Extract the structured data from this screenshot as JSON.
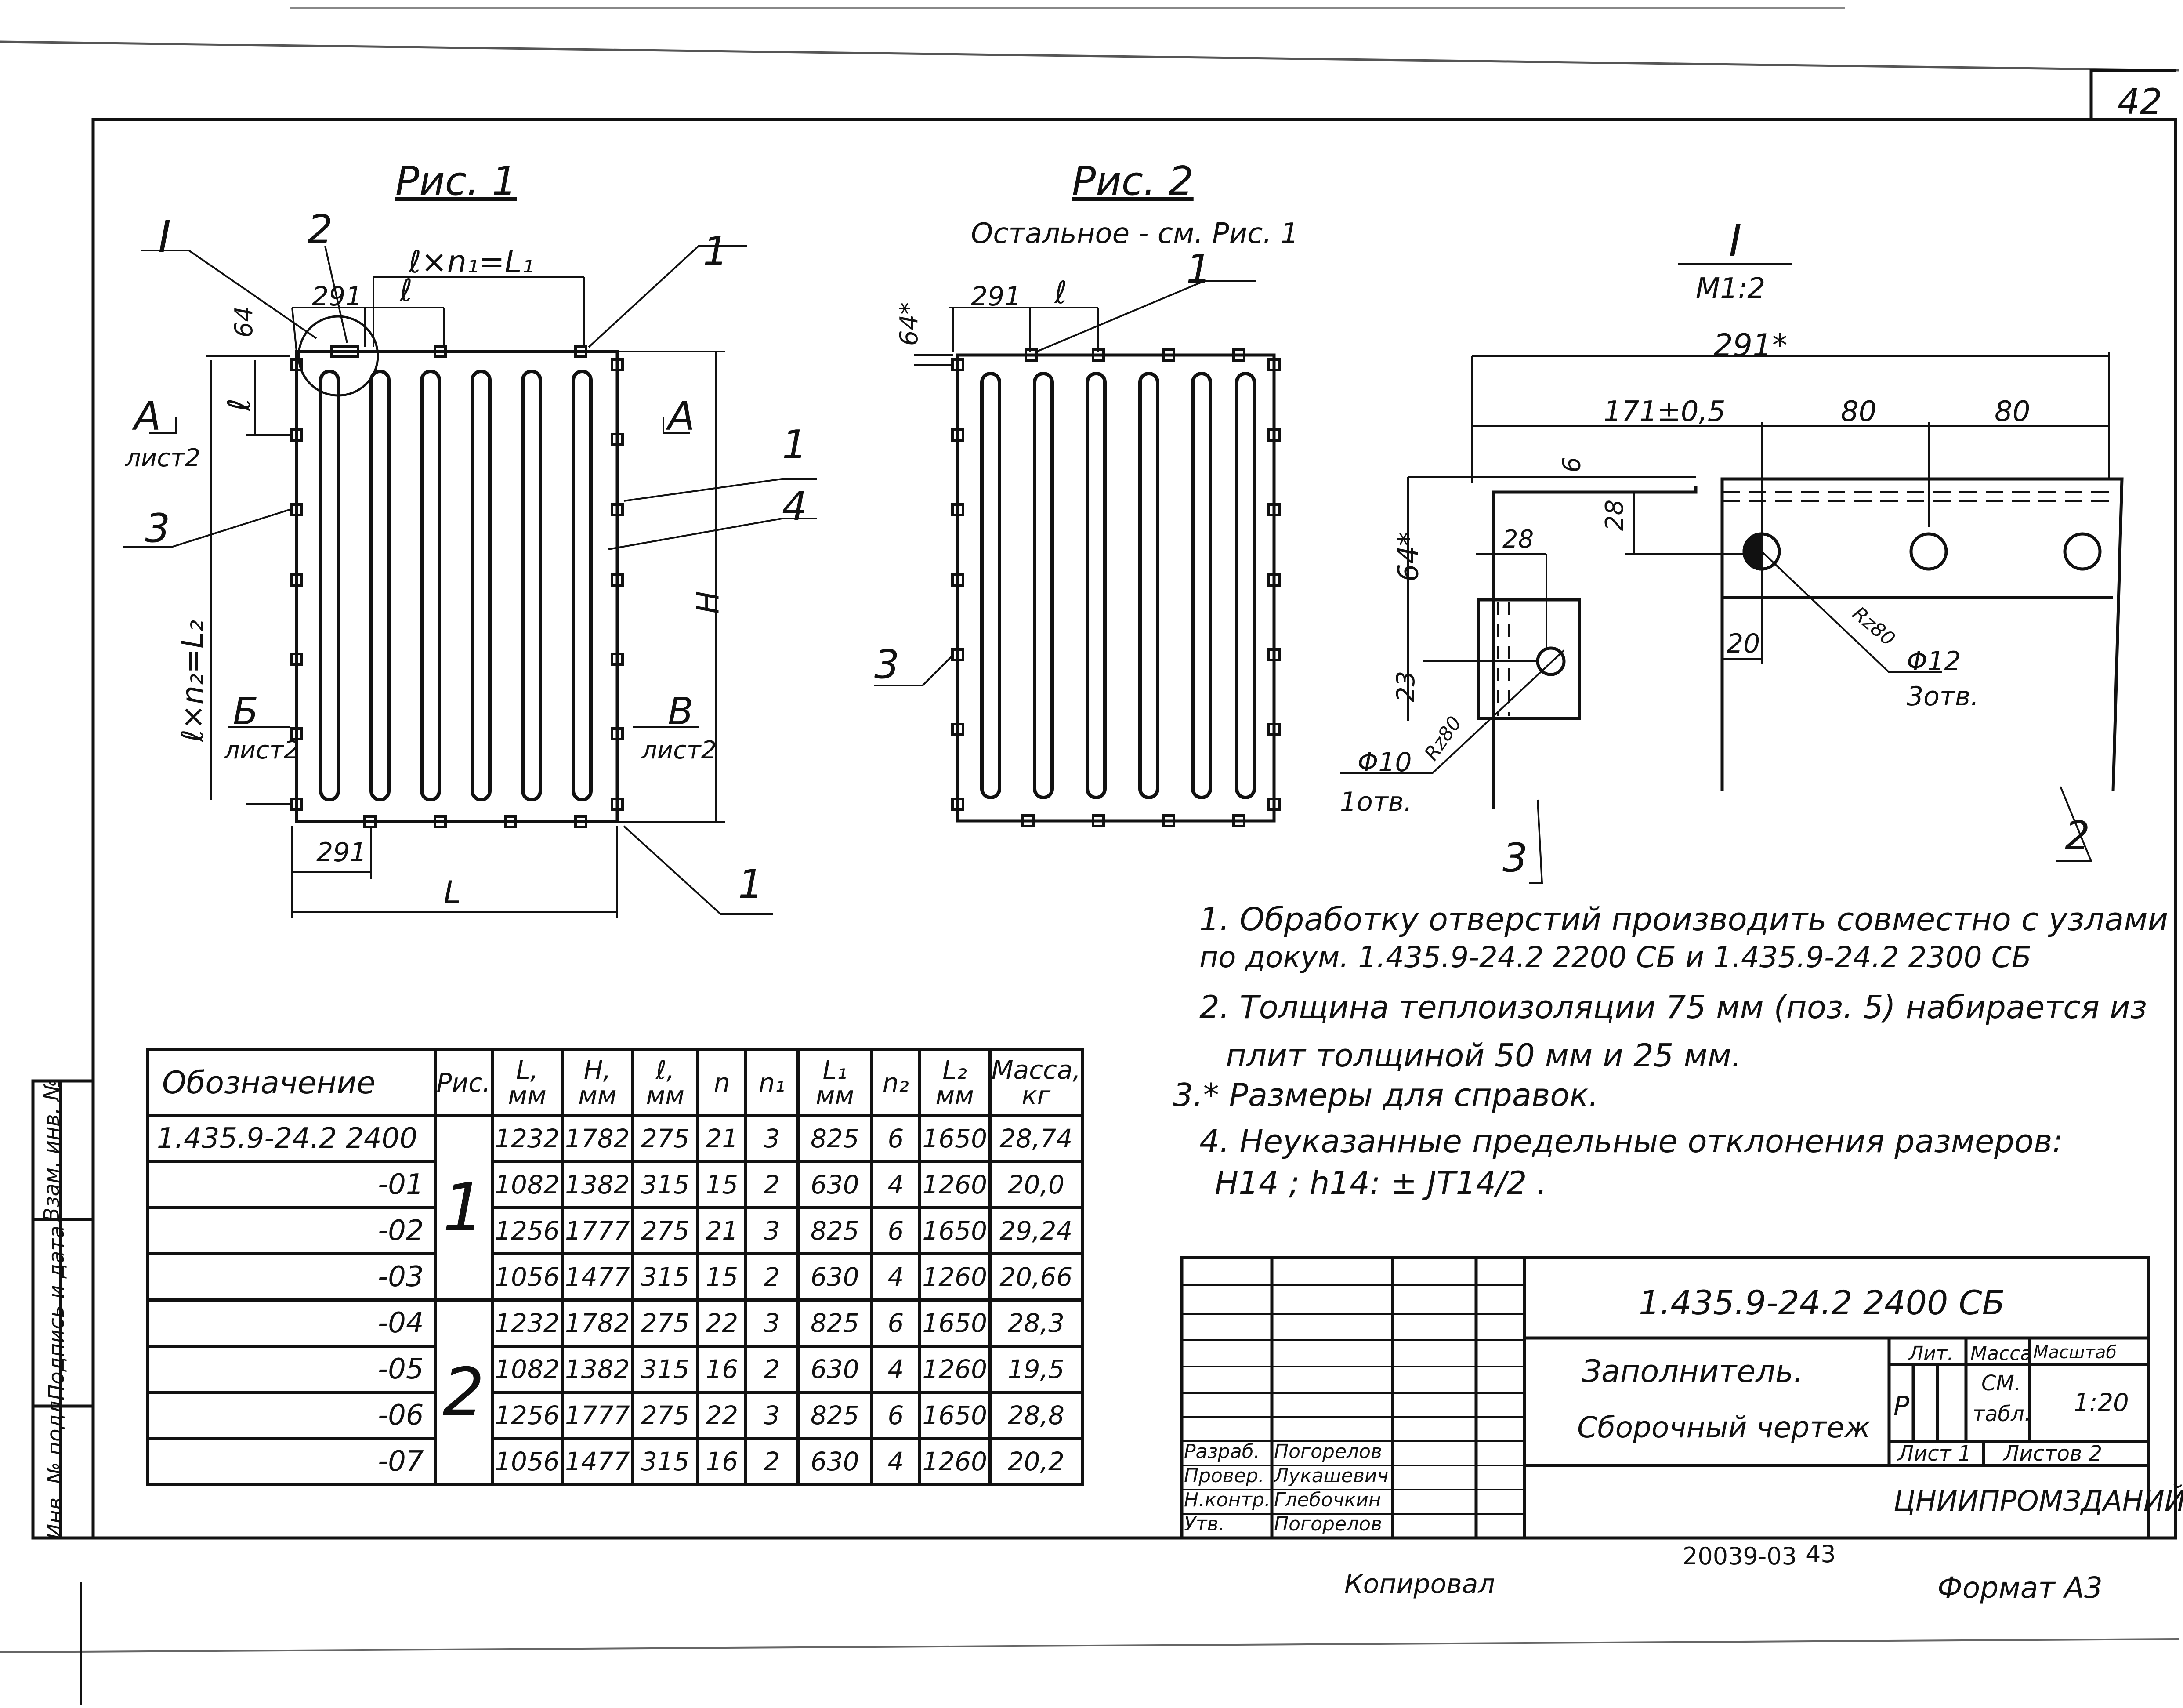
{
  "page": {
    "sheet_number": "42",
    "copied_label": "Копировал",
    "format_label": "Формат А3",
    "stamp_code": "20039-03",
    "stamp_num": "43"
  },
  "figures": {
    "fig1": {
      "title": "Рис. 1",
      "callout_I": "I",
      "callout_2": "2",
      "callout_1a": "1",
      "callout_1b": "1",
      "callout_1c": "1",
      "callout_3": "3",
      "callout_4": "4",
      "dim_291_top": "291",
      "dim_l": "ℓ",
      "dim_lxn1": "ℓ×n₁=L₁",
      "dim_64": "64",
      "dim_l_left": "ℓ",
      "dim_lxn2": "ℓ×n₂=L₂",
      "dim_H": "H",
      "dim_291_bottom": "291",
      "dim_L": "L",
      "sec_A_left": "А",
      "sec_A_left_sheet": "лист2",
      "sec_A_right": "А",
      "sec_B_left": "Б",
      "sec_B_left_sheet": "лист2",
      "sec_V_right": "В",
      "sec_V_right_sheet": "лист2"
    },
    "fig2": {
      "title": "Рис. 2",
      "subtitle": "Остальное - см. Рис. 1",
      "callout_1": "1",
      "callout_3": "3",
      "dim_291": "291",
      "dim_l": "ℓ",
      "dim_64": "64*"
    },
    "detail": {
      "title": "I",
      "scale": "М1:2",
      "dim_291": "291*",
      "dim_171": "171±0,5",
      "dim_80a": "80",
      "dim_80b": "80",
      "dim_6": "6",
      "dim_28v": "28",
      "dim_28h": "28",
      "dim_64": "64*",
      "dim_23": "23",
      "dim_20": "20",
      "hole_big": "Φ12",
      "hole_big_count": "3отв.",
      "hole_small": "Φ10",
      "hole_small_count": "1отв.",
      "rough_a": "Rz80",
      "rough_b": "Rz80",
      "callout_2": "2",
      "callout_3": "3"
    }
  },
  "notes": [
    "1. Обработку отверстий производить совместно с узлами",
    "по докум. 1.435.9-24.2 2200 СБ и 1.435.9-24.2 2300 СБ",
    "2. Толщина теплоизоляции 75 мм (поз. 5) набирается из",
    "плит толщиной 50 мм и 25 мм.",
    "3.* Размеры для справок.",
    "4. Неуказанные предельные отклонения размеров:",
    "H14 ; h14: ± JT14/2 ."
  ],
  "table": {
    "headers": [
      "Обозначение",
      "Рис.",
      "L, мм",
      "H, мм",
      "ℓ, мм",
      "n",
      "n₁",
      "L₁ мм",
      "n₂",
      "L₂ мм",
      "Масса, кг"
    ],
    "rows": [
      {
        "name": "1.435.9-24.2 2400",
        "L": "1232",
        "H": "1782",
        "l": "275",
        "n": "21",
        "n1": "3",
        "L1": "825",
        "n2": "6",
        "L2": "1650",
        "mass": "28,74"
      },
      {
        "name": "-01",
        "L": "1082",
        "H": "1382",
        "l": "315",
        "n": "15",
        "n1": "2",
        "L1": "630",
        "n2": "4",
        "L2": "1260",
        "mass": "20,0"
      },
      {
        "name": "-02",
        "L": "1256",
        "H": "1777",
        "l": "275",
        "n": "21",
        "n1": "3",
        "L1": "825",
        "n2": "6",
        "L2": "1650",
        "mass": "29,24"
      },
      {
        "name": "-03",
        "L": "1056",
        "H": "1477",
        "l": "315",
        "n": "15",
        "n1": "2",
        "L1": "630",
        "n2": "4",
        "L2": "1260",
        "mass": "20,66"
      },
      {
        "name": "-04",
        "L": "1232",
        "H": "1782",
        "l": "275",
        "n": "22",
        "n1": "3",
        "L1": "825",
        "n2": "6",
        "L2": "1650",
        "mass": "28,3"
      },
      {
        "name": "-05",
        "L": "1082",
        "H": "1382",
        "l": "315",
        "n": "16",
        "n1": "2",
        "L1": "630",
        "n2": "4",
        "L2": "1260",
        "mass": "19,5"
      },
      {
        "name": "-06",
        "L": "1256",
        "H": "1777",
        "l": "275",
        "n": "22",
        "n1": "3",
        "L1": "825",
        "n2": "6",
        "L2": "1650",
        "mass": "28,8"
      },
      {
        "name": "-07",
        "L": "1056",
        "H": "1477",
        "l": "315",
        "n": "16",
        "n1": "2",
        "L1": "630",
        "n2": "4",
        "L2": "1260",
        "mass": "20,2"
      }
    ],
    "fig_group1": "1",
    "fig_group2": "2"
  },
  "title_block": {
    "doc_code": "1.435.9-24.2 2400 СБ",
    "name_line1": "Заполнитель.",
    "name_line2": "Сборочный чертеж",
    "lit_label": "Лит.",
    "mass_label": "Масса",
    "scale_label": "Масштаб",
    "lit_value": "Р",
    "mass_value_1": "СМ.",
    "mass_value_2": "табл.",
    "scale_value": "1:20",
    "sheet_label": "Лист 1",
    "sheets_label": "Листов 2",
    "org": "ЦНИИПРОМЗДАНИЙ",
    "roles": [
      {
        "role": "Разраб.",
        "person": "Погорелов"
      },
      {
        "role": "Провер.",
        "person": "Лукашевич"
      },
      {
        "role": "Н.контр.",
        "person": "Глебочкин"
      },
      {
        "role": "Утв.",
        "person": "Погорелов"
      }
    ]
  },
  "left_strip": [
    "Инв. № подл.",
    "Подпись и дата",
    "Взам. инв. №"
  ]
}
